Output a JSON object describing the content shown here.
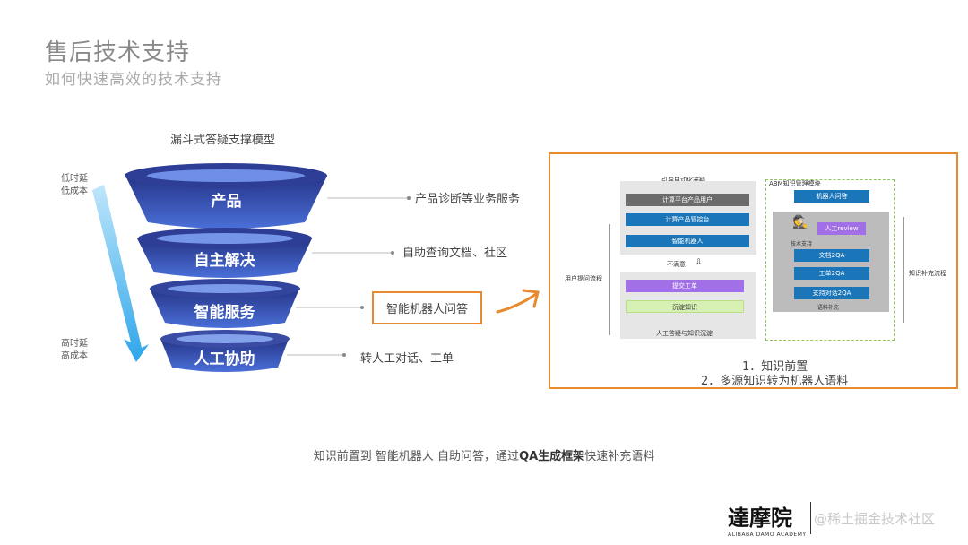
{
  "header": {
    "title": "售后技术支持",
    "subtitle": "如何快速高效的技术支持"
  },
  "funnel": {
    "title": "漏斗式答疑支撑模型",
    "top_label_1": "低时延",
    "top_label_2": "低成本",
    "bottom_label_1": "高时延",
    "bottom_label_2": "高成本",
    "tiers": [
      {
        "label": "产品",
        "desc": "产品诊断等业务服务"
      },
      {
        "label": "自主解决",
        "desc": "自助查询文档、社区"
      },
      {
        "label": "智能服务",
        "desc": "智能机器人问答"
      },
      {
        "label": "人工协助",
        "desc": "转人工对话、工单"
      }
    ]
  },
  "diagram": {
    "guide_title": "引导自动化答疑",
    "abm_title": "ABM知识管理模块",
    "bar_platform_user": "计算平台产品用户",
    "bar_console": "计算产品管控台",
    "bar_bot": "智能机器人",
    "not_satisfied": "不满意",
    "user_flow": "用户提问流程",
    "submit_ticket": "提交工单",
    "deposit_knowledge": "沉淀知识",
    "manual_section": "人工答疑与知识沉淀",
    "bot_qa": "机器人问答",
    "manual_review": "人工review",
    "tech_support": "技术支持",
    "doc2qa": "文档2QA",
    "ticket2qa": "工单2QA",
    "chat2qa": "支持对话2QA",
    "corpus_supplement": "语料补充",
    "knowledge_flow": "知识补充流程"
  },
  "notes": {
    "item1": "1．知识前置",
    "item2": "2．多源知识转为机器人语料"
  },
  "footer": {
    "part1": "知识前置到 智能机器人 自助问答，通过",
    "bold": "QA生成框架",
    "part2": "快速补充语料"
  },
  "logo": {
    "name": "達摩院",
    "sub": "ALIBABA DAMO ACADEMY",
    "watermark": "@稀土掘金技术社区"
  },
  "colors": {
    "accent_orange": "#e88a2e",
    "funnel_blue_dark": "#2b3a8f",
    "funnel_blue_light": "#4b6fd6",
    "arrow_cyan": "#3fb3ea",
    "diagram_blue": "#1a76b9",
    "diagram_purple": "#a16fe6"
  }
}
